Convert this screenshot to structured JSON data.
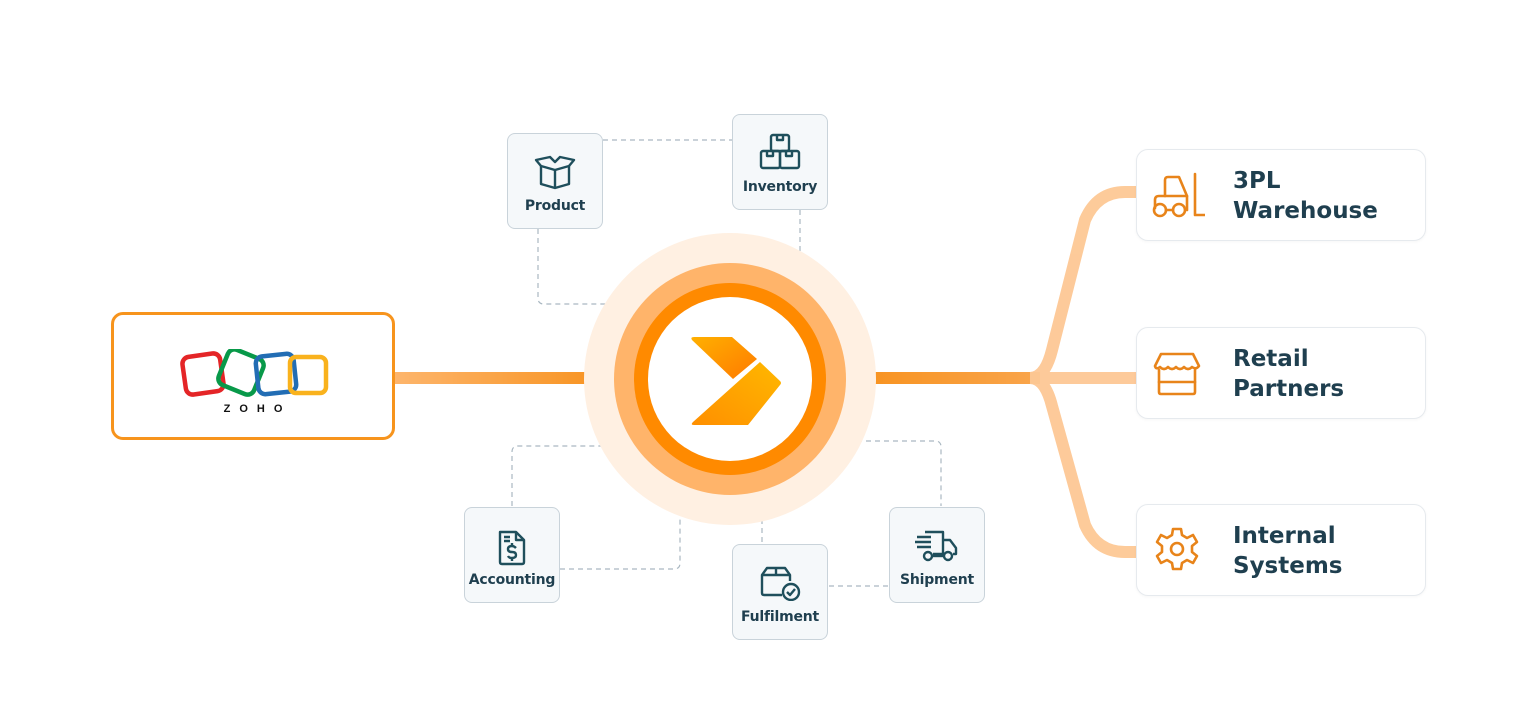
{
  "source": {
    "name": "Zoho",
    "logo_text": "ZOHO",
    "colors": [
      "#e42527",
      "#089949",
      "#226db4",
      "#f9b21d"
    ]
  },
  "hub": {
    "name": "hub-logo",
    "colors": {
      "outer_glow": "#fff0e2",
      "ring_light": "#ffb46a",
      "ring_dark": "#ff8a00",
      "chevron": "#ffa000"
    }
  },
  "modules": [
    {
      "id": "product",
      "label": "Product",
      "icon": "open-box-icon"
    },
    {
      "id": "inventory",
      "label": "Inventory",
      "icon": "stacked-boxes-icon"
    },
    {
      "id": "accounting",
      "label": "Accounting",
      "icon": "invoice-dollar-icon"
    },
    {
      "id": "fulfilment",
      "label": "Fulfilment",
      "icon": "package-check-icon"
    },
    {
      "id": "shipment",
      "label": "Shipment",
      "icon": "delivery-truck-icon"
    }
  ],
  "destinations": [
    {
      "id": "3pl",
      "line1": "3PL",
      "line2": "Warehouse",
      "icon": "forklift-icon"
    },
    {
      "id": "retail",
      "line1": "Retail",
      "line2": "Partners",
      "icon": "storefront-icon"
    },
    {
      "id": "internal",
      "line1": "Internal",
      "line2": "Systems",
      "icon": "gear-icon"
    }
  ],
  "colors": {
    "accent": "#f7941d",
    "accent_light": "#fdc895",
    "text": "#1f3f4f",
    "dash": "#aab8c2",
    "module_bg": "#f5f8fa"
  }
}
